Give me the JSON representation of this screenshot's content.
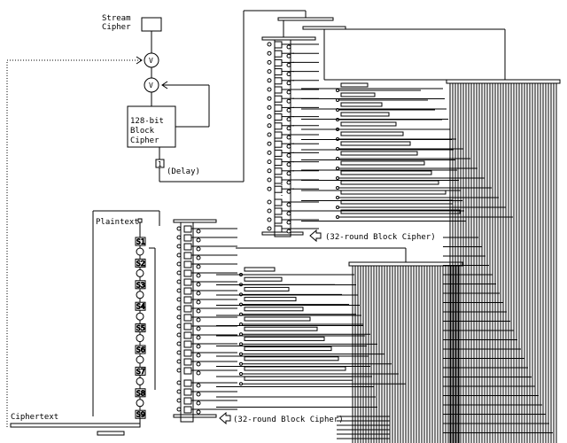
{
  "labels": {
    "stream_cipher_line1": "Stream",
    "stream_cipher_line2": "Cipher",
    "block_cipher_line1": "128-bit",
    "block_cipher_line2": "Block",
    "block_cipher_line3": "Cipher",
    "delay_box": "1",
    "delay_label": "(Delay)",
    "round_label_top": "(32-round Block Cipher)",
    "round_label_bottom": "(32-round Block Cipher)",
    "plaintext": "Plaintext",
    "ciphertext": "Ciphertext",
    "xor_symbol": "V"
  },
  "sboxes": [
    "S1",
    "S2",
    "S3",
    "S4",
    "S5",
    "S6",
    "S7",
    "S8",
    "S9"
  ],
  "colors": {
    "ink": "#000000",
    "paper": "#ffffff"
  }
}
